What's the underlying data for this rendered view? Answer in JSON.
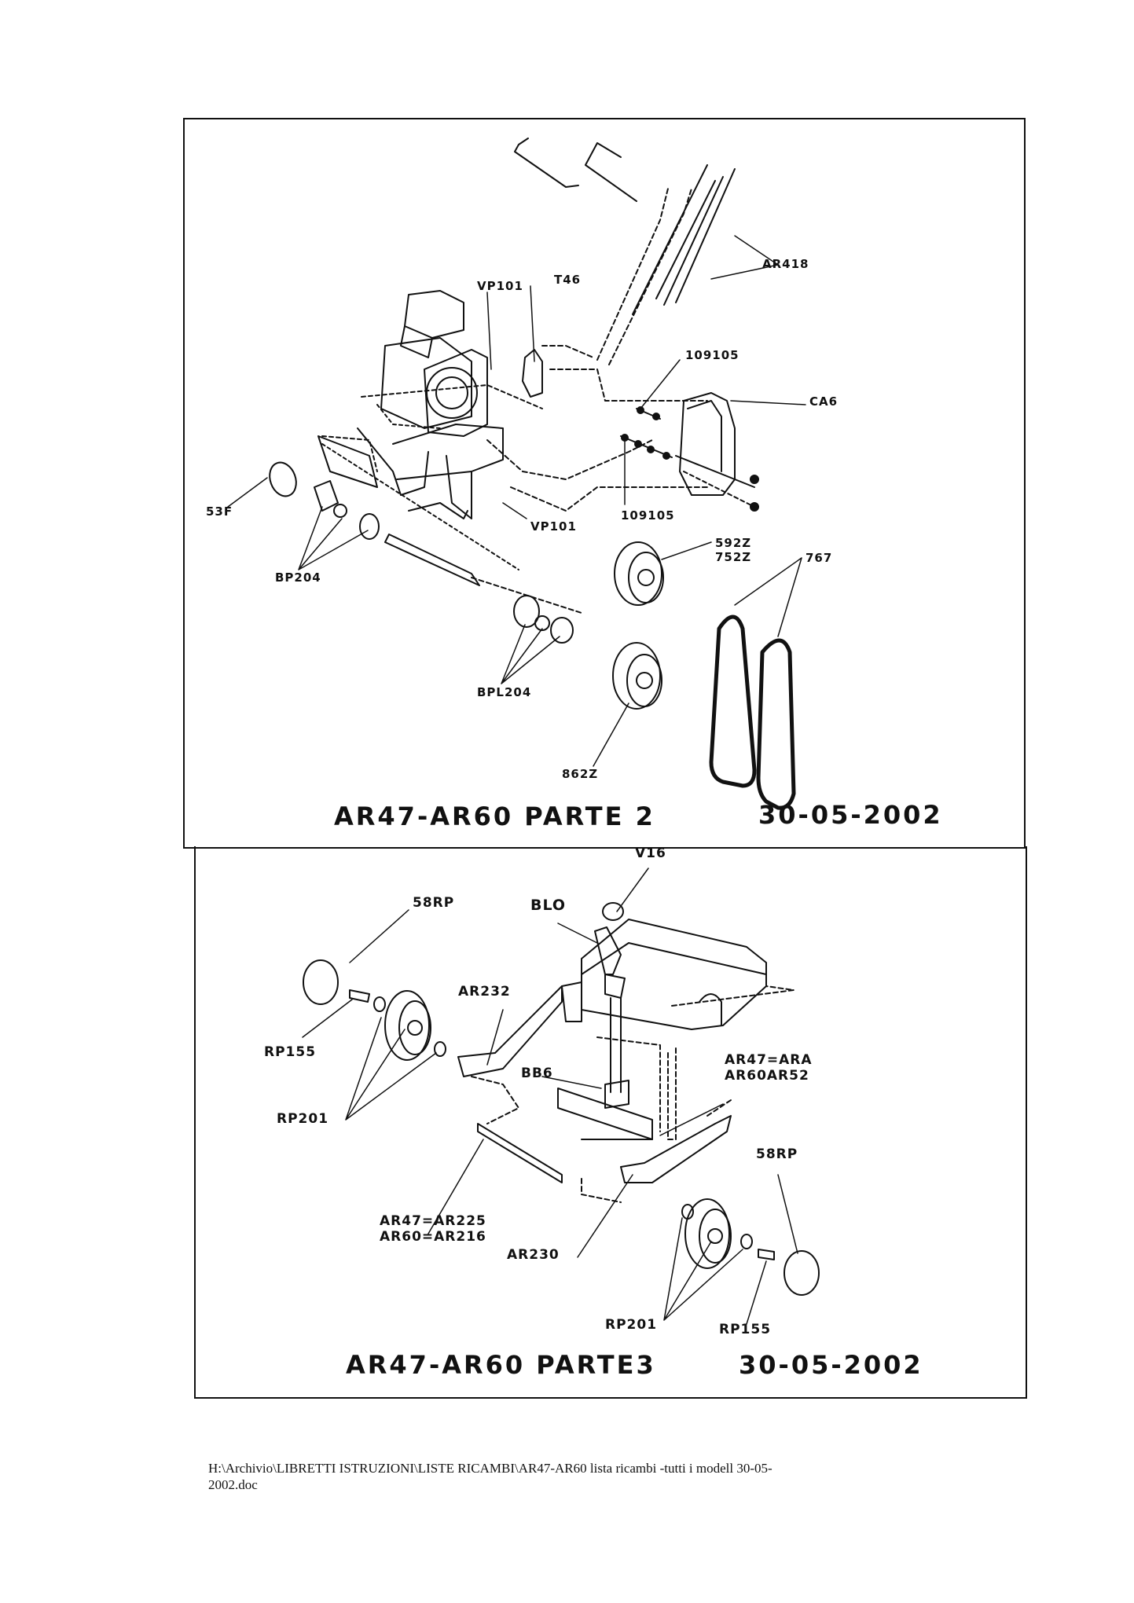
{
  "top_diagram": {
    "caption_left": "AR47-AR60  PARTE  2",
    "caption_right": "30-05-2002",
    "labels": {
      "ar418": "AR418",
      "vp101_top": "VP101",
      "t46": "T46",
      "p109105_top": "109105",
      "ca6": "CA6",
      "p53f": "53F",
      "bp204": "BP204",
      "vp101_bottom": "VP101",
      "p109105_bottom": "109105",
      "p592z": "592Z",
      "p752z": "752Z",
      "p767": "767",
      "bpl204": "BPL204",
      "p862z": "862Z"
    }
  },
  "bottom_diagram": {
    "caption_left": "AR47-AR60  PARTE3",
    "caption_right": "30-05-2002",
    "labels": {
      "v16": "V16",
      "p58rp_top": "58RP",
      "blo": "BLO",
      "ar232": "AR232",
      "rp155_left": "RP155",
      "bb6": "BB6",
      "rp201_left": "RP201",
      "ar47_ara": "AR47=ARA",
      "ar60ar52": "AR60AR52",
      "p58rp_right": "58RP",
      "ar47_ar225": "AR47=AR225",
      "ar60_ar216": "AR60=AR216",
      "ar230": "AR230",
      "rp201_bottom": "RP201",
      "rp155_bottom": "RP155"
    }
  },
  "footer": {
    "path_line1": "H:\\Archivio\\LIBRETTI ISTRUZIONI\\LISTE RICAMBI\\AR47-AR60  lista ricambi -tutti i modell 30-05-",
    "path_line2": "2002.doc"
  }
}
